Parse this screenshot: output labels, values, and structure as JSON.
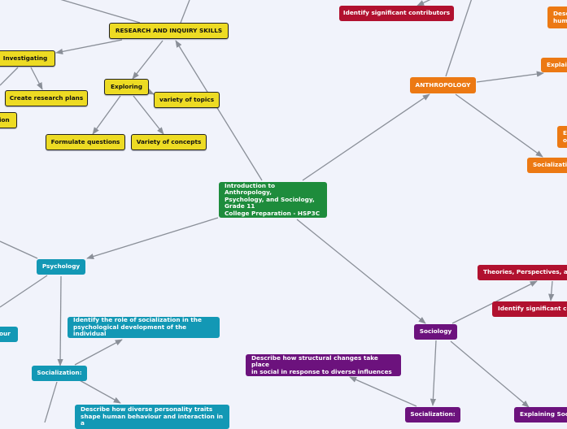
{
  "colors": {
    "link": "#8a8f98",
    "research": "#eddb23",
    "center": "#1e8c3c",
    "anthropology": "#ec7913",
    "contributors": "#b1112f",
    "psychology": "#1398b5",
    "sociology": "#6c127d",
    "background": "#f1f3fb"
  },
  "nodes": {
    "center": "Introduction to Anthropology,\nPsychology, and Sociology,\nGrade 11\nCollege Preparation - HSP3C",
    "research": "RESEARCH AND INQUIRY SKILLS",
    "investigating": "Investigating",
    "create_plans": "Create research plans",
    "exploring": "Exploring",
    "variety_topics": "variety of topics",
    "formulate": "Formulate questions",
    "variety_concepts": "Variety of concepts",
    "left_fragment": "ion",
    "anthropology": "ANTHROPOLOGY",
    "anth_contrib": "Identify significant contributors",
    "anth_desc": "Desc\nhum",
    "anth_explain": "Explai",
    "anth_e": "E\no",
    "anth_socialization": "Socializatio",
    "psychology": "Psychology",
    "psych_left": "our",
    "psych_socialization": "Socialization:",
    "psych_identify": "Identify the role of socialization in the\npsychological development of the individual",
    "psych_describe": "Describe how diverse personality traits\nshape human behaviour and interaction in a",
    "sociology": "Sociology",
    "soc_theories": "Theories, Perspectives, an",
    "soc_contrib": "Identify significant co",
    "soc_structural": "Describe how structural changes take place\nin social in response to diverse influences",
    "soc_socialization": "Socialization:",
    "soc_explaining": "Explaining Soc"
  }
}
